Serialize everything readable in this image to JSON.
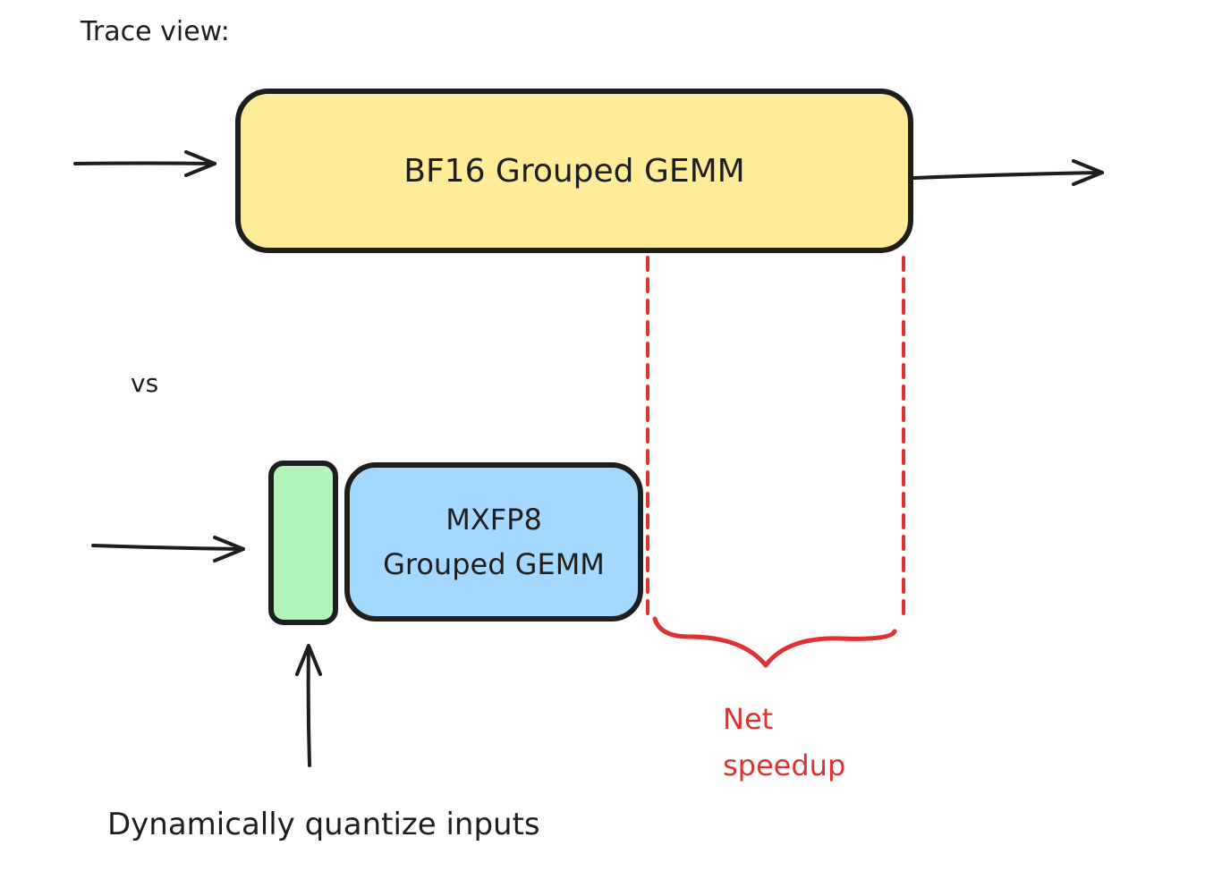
{
  "diagram": {
    "title": "Trace view:",
    "comparison_label": "vs",
    "bf16_box": {
      "label": "BF16 Grouped GEMM",
      "fill": "#ffec99"
    },
    "mxfp8_box": {
      "line1": "MXFP8",
      "line2": "Grouped GEMM",
      "fill": "#a5d8ff"
    },
    "quantize_box": {
      "fill": "#b2f2bb"
    },
    "speedup_annotation": {
      "line1": "Net",
      "line2": "speedup",
      "color": "#e03131"
    },
    "quantize_caption": "Dynamically quantize inputs",
    "stroke_color": "#1e1e1e"
  }
}
